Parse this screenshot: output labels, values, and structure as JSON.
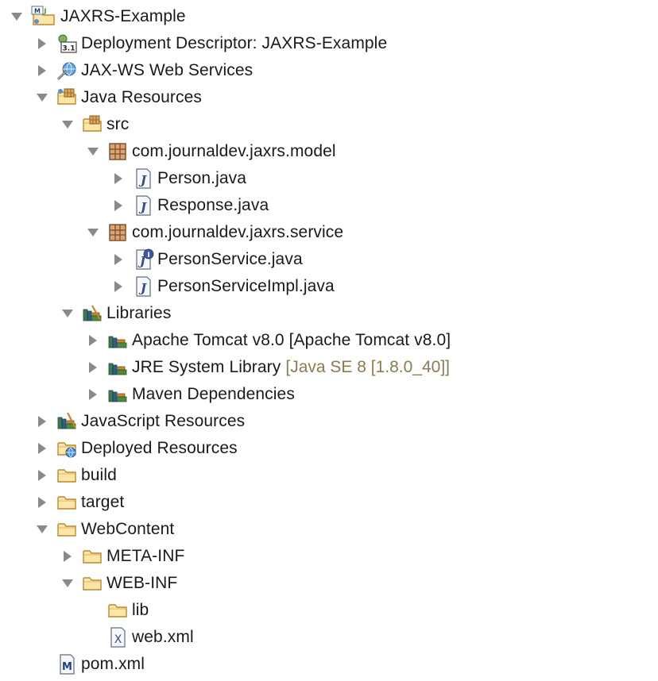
{
  "tree": [
    {
      "label": "JAXRS-Example",
      "icon": "maven-web-project-icon",
      "depth": 0,
      "expanded": true
    },
    {
      "label": "Deployment Descriptor: JAXRS-Example",
      "icon": "deployment-descriptor-icon",
      "depth": 1,
      "expanded": false
    },
    {
      "label": "JAX-WS Web Services",
      "icon": "web-services-icon",
      "depth": 1,
      "expanded": false
    },
    {
      "label": "Java Resources",
      "icon": "java-resources-icon",
      "depth": 1,
      "expanded": true
    },
    {
      "label": "src",
      "icon": "source-folder-icon",
      "depth": 2,
      "expanded": true
    },
    {
      "label": "com.journaldev.jaxrs.model",
      "icon": "package-icon",
      "depth": 3,
      "expanded": true
    },
    {
      "label": "Person.java",
      "icon": "java-file-icon",
      "depth": 4,
      "expanded": false
    },
    {
      "label": "Response.java",
      "icon": "java-file-icon",
      "depth": 4,
      "expanded": false
    },
    {
      "label": "com.journaldev.jaxrs.service",
      "icon": "package-icon",
      "depth": 3,
      "expanded": true
    },
    {
      "label": "PersonService.java",
      "icon": "java-interface-file-icon",
      "depth": 4,
      "expanded": false
    },
    {
      "label": "PersonServiceImpl.java",
      "icon": "java-file-icon",
      "depth": 4,
      "expanded": false
    },
    {
      "label": "Libraries",
      "icon": "libraries-icon",
      "depth": 2,
      "expanded": true
    },
    {
      "label": "Apache Tomcat v8.0 [Apache Tomcat v8.0]",
      "icon": "library-icon",
      "depth": 3,
      "expanded": false
    },
    {
      "label": "JRE System Library",
      "decoration": "[Java SE 8 [1.8.0_40]]",
      "icon": "library-icon",
      "depth": 3,
      "expanded": false
    },
    {
      "label": "Maven Dependencies",
      "icon": "library-icon",
      "depth": 3,
      "expanded": false
    },
    {
      "label": "JavaScript Resources",
      "icon": "javascript-resources-icon",
      "depth": 1,
      "expanded": false
    },
    {
      "label": "Deployed Resources",
      "icon": "deployed-resources-icon",
      "depth": 1,
      "expanded": false
    },
    {
      "label": "build",
      "icon": "folder-icon",
      "depth": 1,
      "expanded": false
    },
    {
      "label": "target",
      "icon": "folder-icon",
      "depth": 1,
      "expanded": false
    },
    {
      "label": "WebContent",
      "icon": "folder-icon",
      "depth": 1,
      "expanded": true
    },
    {
      "label": "META-INF",
      "icon": "folder-icon",
      "depth": 2,
      "expanded": false
    },
    {
      "label": "WEB-INF",
      "icon": "folder-icon",
      "depth": 2,
      "expanded": true
    },
    {
      "label": "lib",
      "icon": "folder-icon",
      "depth": 3,
      "leaf": true
    },
    {
      "label": "web.xml",
      "icon": "xml-file-icon",
      "depth": 3,
      "leaf": true
    },
    {
      "label": "pom.xml",
      "icon": "maven-pom-icon",
      "depth": 1,
      "leaf": true
    }
  ],
  "colors": {
    "text": "#1a1a1a",
    "decoration": "#8c7b4f",
    "arrow": "#8a8a8a",
    "folder": "#e8b64c"
  }
}
